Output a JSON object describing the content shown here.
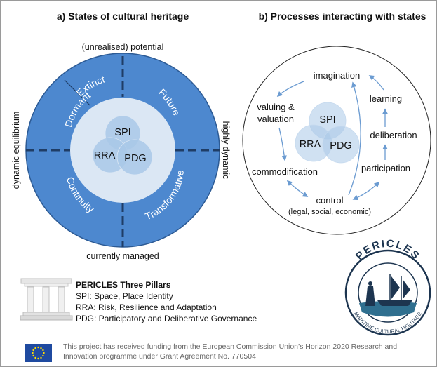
{
  "left_panel": {
    "title": "a) States of cultural heritage",
    "top_axis": "(unrealised) potential",
    "bottom_axis": "currently managed",
    "left_axis": "dynamic equilibrium",
    "right_axis": "highly dynamic",
    "states": {
      "dormant": "Dormant",
      "extinct": "Extinct",
      "future": "Future",
      "continuity": "Continuity",
      "transformative": "Transformative"
    },
    "pillars": {
      "spi": "SPI",
      "rra": "RRA",
      "pdg": "PDG"
    }
  },
  "right_panel": {
    "title": "b) Processes interacting with states",
    "processes": {
      "imagination": "imagination",
      "learning": "learning",
      "valuing_1": "valuing &",
      "valuing_2": "valuation",
      "deliberation": "deliberation",
      "commodification": "commodification",
      "participation": "participation",
      "control": "control",
      "control_sub": "(legal, social, economic)"
    },
    "pillars": {
      "spi": "SPI",
      "rra": "RRA",
      "pdg": "PDG"
    }
  },
  "legend": {
    "title": "PERICLES Three Pillars",
    "items": [
      "SPI: Space, Place Identity",
      "RRA: Risk, Resilience and Adaptation",
      "PDG: Participatory and Deliberative Governance"
    ]
  },
  "logo": {
    "top_text": "PERICLES",
    "bottom_text": "MARITIME CULTURAL HERITAGE"
  },
  "funding_text": "This project has received funding from the European Commission Union’s Horizon 2020 Research and Innovation programme under Grant Agreement No. 770504",
  "colors": {
    "ring_blue": "#4d88cf",
    "inner_light": "#dbe7f4",
    "pillar_fill": "#a9c8e8",
    "arrow_blue": "#6b9bd1",
    "dark_line": "#1f3d66"
  }
}
